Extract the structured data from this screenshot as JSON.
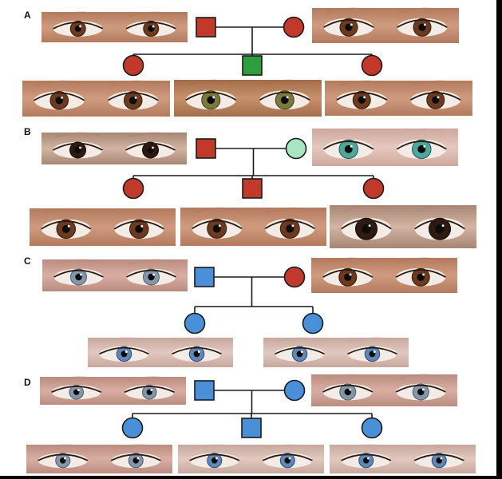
{
  "colors": {
    "brown": "#c0392b",
    "green": "#2e9e3e",
    "light_green": "#a8e6bf",
    "blue": "#4a90d9",
    "stroke": "#1a1a1a"
  },
  "panels": [
    {
      "label": "A",
      "parents": [
        {
          "sex": "male",
          "eye": "brown",
          "photo": "brown-eye-photo"
        },
        {
          "sex": "female",
          "eye": "brown",
          "photo": "brown-eye-photo"
        }
      ],
      "children": [
        {
          "sex": "female",
          "eye": "brown",
          "photo": "brown-eye-photo"
        },
        {
          "sex": "male",
          "eye": "green",
          "photo": "hazel-eye-photo"
        },
        {
          "sex": "female",
          "eye": "brown",
          "photo": "brown-eye-photo"
        }
      ]
    },
    {
      "label": "B",
      "parents": [
        {
          "sex": "male",
          "eye": "brown",
          "photo": "dark-brown-eye-photo"
        },
        {
          "sex": "female",
          "eye": "light_green",
          "photo": "green-eye-photo"
        }
      ],
      "children": [
        {
          "sex": "female",
          "eye": "brown",
          "photo": "brown-eye-photo"
        },
        {
          "sex": "male",
          "eye": "brown",
          "photo": "brown-eye-photo"
        },
        {
          "sex": "female",
          "eye": "brown",
          "photo": "dark-brown-eye-photo"
        }
      ]
    },
    {
      "label": "C",
      "parents": [
        {
          "sex": "male",
          "eye": "blue",
          "photo": "blue-gray-eye-photo"
        },
        {
          "sex": "female",
          "eye": "brown",
          "photo": "brown-eye-photo"
        }
      ],
      "children": [
        {
          "sex": "female",
          "eye": "blue",
          "photo": "blue-eye-photo"
        },
        {
          "sex": "female",
          "eye": "blue",
          "photo": "blue-eye-photo"
        }
      ]
    },
    {
      "label": "D",
      "parents": [
        {
          "sex": "male",
          "eye": "blue",
          "photo": "blue-gray-eye-photo"
        },
        {
          "sex": "female",
          "eye": "blue",
          "photo": "blue-gray-eye-photo"
        }
      ],
      "children": [
        {
          "sex": "female",
          "eye": "blue",
          "photo": "blue-gray-eye-photo"
        },
        {
          "sex": "male",
          "eye": "blue",
          "photo": "blue-eye-photo"
        },
        {
          "sex": "female",
          "eye": "blue",
          "photo": "blue-eye-photo"
        }
      ]
    }
  ]
}
